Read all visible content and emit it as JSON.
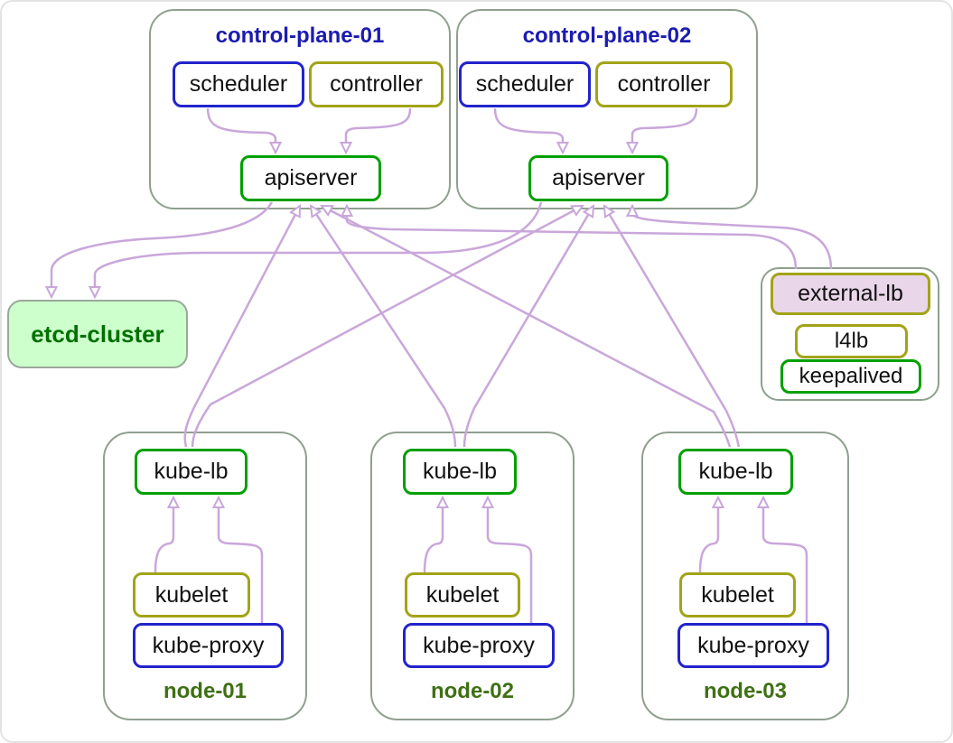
{
  "groups": {
    "control_plane_01": {
      "label": "control-plane-01"
    },
    "control_plane_02": {
      "label": "control-plane-02"
    },
    "node_01": {
      "label": "node-01"
    },
    "node_02": {
      "label": "node-02"
    },
    "node_03": {
      "label": "node-03"
    }
  },
  "nodes": {
    "scheduler_cp1": "scheduler",
    "controller_cp1": "controller",
    "apiserver_cp1": "apiserver",
    "scheduler_cp2": "scheduler",
    "controller_cp2": "controller",
    "apiserver_cp2": "apiserver",
    "etcd_cluster": "etcd-cluster",
    "external_lb": "external-lb",
    "l4lb": "l4lb",
    "keepalived": "keepalived",
    "kube_lb_n1": "kube-lb",
    "kubelet_n1": "kubelet",
    "kube_proxy_n1": "kube-proxy",
    "kube_lb_n2": "kube-lb",
    "kubelet_n2": "kubelet",
    "kube_proxy_n2": "kube-proxy",
    "kube_lb_n3": "kube-lb",
    "kubelet_n3": "kubelet",
    "kube_proxy_n3": "kube-proxy"
  },
  "edges": [
    {
      "from": "control-plane-01/scheduler",
      "to": "control-plane-01/apiserver"
    },
    {
      "from": "control-plane-01/controller",
      "to": "control-plane-01/apiserver"
    },
    {
      "from": "control-plane-02/scheduler",
      "to": "control-plane-02/apiserver"
    },
    {
      "from": "control-plane-02/controller",
      "to": "control-plane-02/apiserver"
    },
    {
      "from": "control-plane-01/apiserver",
      "to": "etcd-cluster"
    },
    {
      "from": "control-plane-02/apiserver",
      "to": "etcd-cluster"
    },
    {
      "from": "external-lb",
      "to": "control-plane-01/apiserver"
    },
    {
      "from": "external-lb",
      "to": "control-plane-02/apiserver"
    },
    {
      "from": "node-01/kube-lb",
      "to": "control-plane-01/apiserver"
    },
    {
      "from": "node-01/kube-lb",
      "to": "control-plane-02/apiserver"
    },
    {
      "from": "node-02/kube-lb",
      "to": "control-plane-01/apiserver"
    },
    {
      "from": "node-02/kube-lb",
      "to": "control-plane-02/apiserver"
    },
    {
      "from": "node-03/kube-lb",
      "to": "control-plane-01/apiserver"
    },
    {
      "from": "node-03/kube-lb",
      "to": "control-plane-02/apiserver"
    },
    {
      "from": "node-01/kubelet",
      "to": "node-01/kube-lb"
    },
    {
      "from": "node-01/kube-proxy",
      "to": "node-01/kube-lb"
    },
    {
      "from": "node-02/kubelet",
      "to": "node-02/kube-lb"
    },
    {
      "from": "node-02/kube-proxy",
      "to": "node-02/kube-lb"
    },
    {
      "from": "node-03/kubelet",
      "to": "node-03/kube-lb"
    },
    {
      "from": "node-03/kube-proxy",
      "to": "node-03/kube-lb"
    }
  ],
  "colors": {
    "edge": "#c9a7da",
    "group_border": "#8fa08f",
    "blue_border": "#2323cc",
    "olive_border": "#a3a318",
    "green_border": "#00a000",
    "title_blue": "#1b1bb0",
    "node_label_green": "#3f7014",
    "etcd_text": "#007000",
    "etcd_fill": "#ccffcc",
    "external_lb_fill": "#e9d6e9"
  }
}
